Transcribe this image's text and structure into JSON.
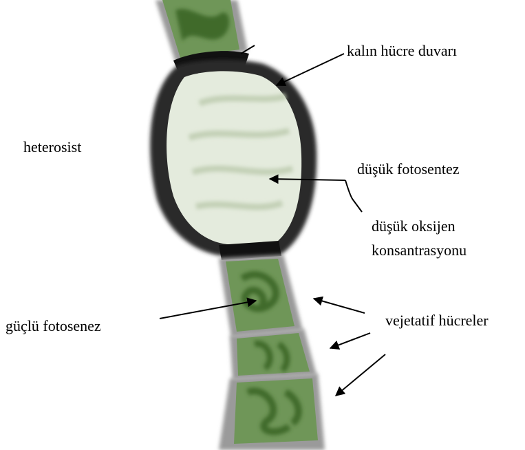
{
  "labels": {
    "thick_cell_wall": "kalın hücre duvarı",
    "heterocyst": "heterosist",
    "low_photosynthesis": "düşük fotosentez",
    "low_oxygen_line1": "düşük oksijen",
    "low_oxygen_line2": "konsantrasyonu",
    "strong_photosynthesis": "güçlü fotosenez",
    "vegetative_cells": "vejetatif hücreler"
  },
  "colors": {
    "background": "#ffffff",
    "cell_wall": "#2a2a2a",
    "heterocyst_fill": "#e4ebdd",
    "vegetative_fill": "#6f9658",
    "vegetative_dark": "#3f6b2c",
    "sheath": "#9a9a9a",
    "text": "#000000",
    "arrow": "#000000"
  }
}
